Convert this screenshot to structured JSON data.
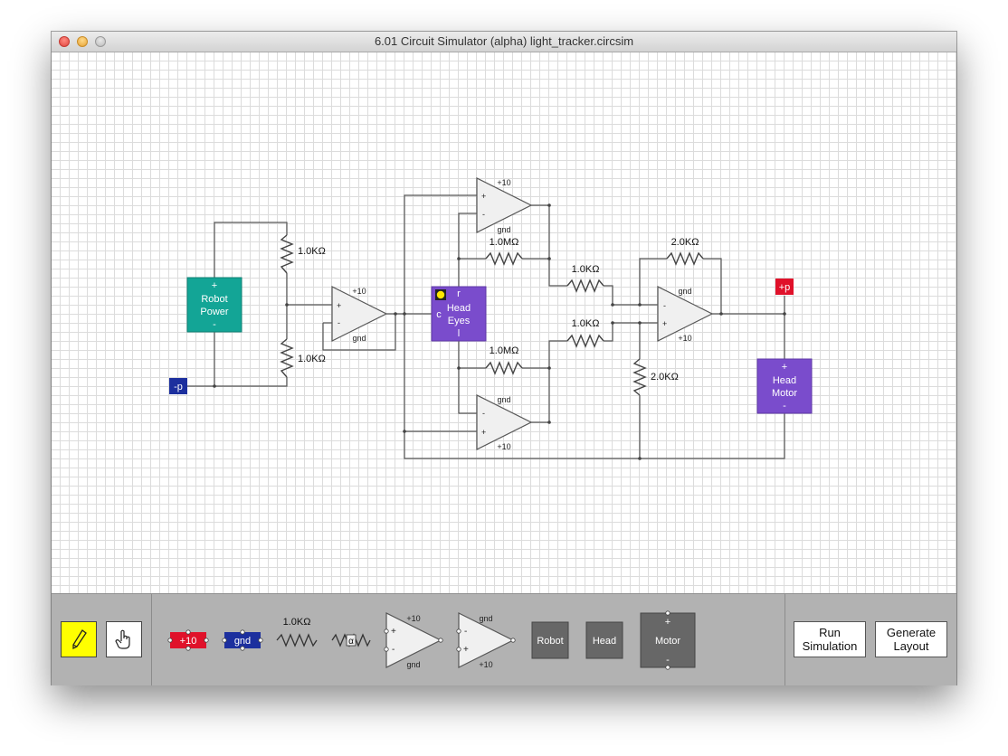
{
  "window": {
    "title": "6.01 Circuit Simulator (alpha) light_tracker.circsim"
  },
  "circuit": {
    "robot_power": {
      "plus": "+",
      "line1": "Robot",
      "line2": "Power",
      "minus": "-"
    },
    "neg_power_label": "-p",
    "pos_power_label": "+p",
    "resistor_labels": {
      "r1": "1.0KΩ",
      "r2": "1.0KΩ",
      "r3": "1.0MΩ",
      "r4": "1.0MΩ",
      "r5": "1.0KΩ",
      "r6": "1.0KΩ",
      "r7": "2.0KΩ",
      "r8": "2.0KΩ"
    },
    "opamp_labels": {
      "plus10": "+10",
      "gnd": "gnd",
      "plus": "+",
      "minus": "-"
    },
    "head_eyes": {
      "r": "r",
      "c": "c",
      "l": "l",
      "line1": "Head",
      "line2": "Eyes"
    },
    "head_motor": {
      "plus": "+",
      "line1": "Head",
      "line2": "Motor",
      "minus": "-"
    }
  },
  "palette": {
    "pencil_tool": "pencil",
    "hand_tool": "hand",
    "power_plus10": "+10",
    "power_gnd": "gnd",
    "resistor": "1.0KΩ",
    "pot_label": "α",
    "opamp1_top": "+10",
    "opamp1_bottom": "gnd",
    "opamp2_top": "gnd",
    "opamp2_bottom": "+10",
    "robot": "Robot",
    "head": "Head",
    "motor": "Motor",
    "motor_plus": "+",
    "motor_minus": "-",
    "run_line1": "Run",
    "run_line2": "Simulation",
    "gen_line1": "Generate",
    "gen_line2": "Layout"
  },
  "colors": {
    "robot_power": "#13a596",
    "head": "#7a4ccc",
    "power_plus": "#e0112a",
    "power_gnd": "#1c2f9e",
    "gray_component": "#676767",
    "active_tool": "#ffff00"
  }
}
